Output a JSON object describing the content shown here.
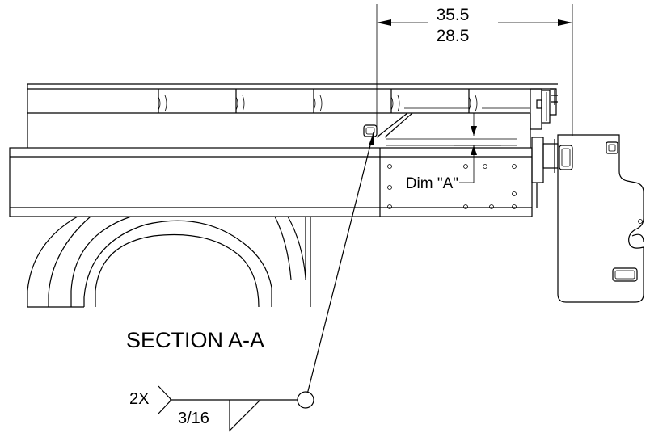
{
  "dimensions": {
    "overall_upper": "35.5",
    "overall_lower": "28.5",
    "dim_a_label": "Dim \"A\""
  },
  "section_title": "SECTION A-A",
  "weld_symbol": {
    "quantity": "2X",
    "size": "3/16"
  }
}
